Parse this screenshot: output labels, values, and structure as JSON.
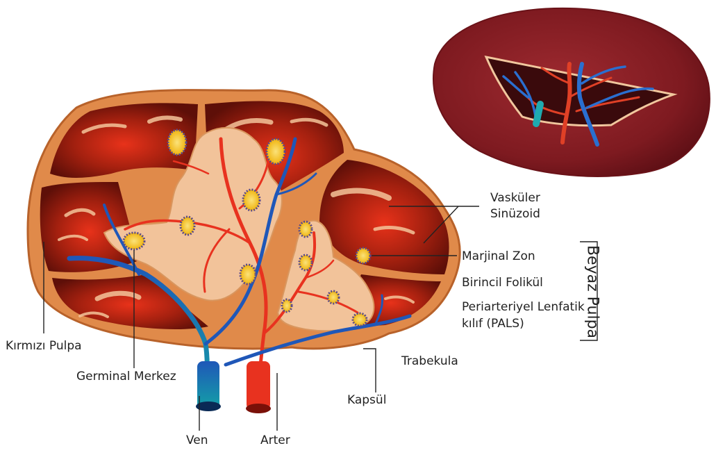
{
  "labels": {
    "vaskuler": "Vasküler",
    "sinuzoid": "Sinüzoid",
    "marjinal_zon": "Marjinal Zon",
    "birincil_folikul": "Birincil Folikül",
    "pals_line1": "Periarteriyel Lenfatik",
    "pals_line2": "kılıf (PALS)",
    "kirmizi_pulpa": "Kırmızı Pulpa",
    "germinal_merkez": "Germinal Merkez",
    "trabekula": "Trabekula",
    "kapsul": "Kapsül",
    "ven": "Ven",
    "arter": "Arter",
    "beyaz_pulpa": "Beyaz Pulpa"
  },
  "colors": {
    "capsule": "#e08a4a",
    "red_pulp": "#8e1a12",
    "red_pulp_glow": "#e8321a",
    "white_pulp": "#f2c39a",
    "artery": "#e8321f",
    "vein": "#1f57b8",
    "follicle": "#f2c31f",
    "follicle_ring": "#5a4a8c",
    "spleen_surface": "#8a1e24"
  }
}
